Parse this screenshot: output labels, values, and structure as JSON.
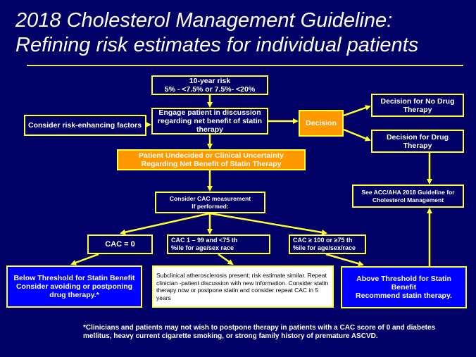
{
  "title": {
    "line1": "2018 Cholesterol Management Guideline:",
    "line2": "Refining risk estimates for individual patients"
  },
  "boxes": {
    "risk": "10-year risk\n5% - <7.5% or 7.5%- <20%",
    "engage": "Engage patient in discussion regarding net benefit of statin therapy",
    "enhance": "Consider risk-enhancing factors",
    "decision": "Decision",
    "nodrug": "Decision for No Drug Therapy",
    "drug": "Decision for Drug Therapy",
    "undecided": "Patient Undecided or Clinical Uncertainty Regarding Net Benefit of Statin Therapy",
    "acc": "See ACC/AHA 2018 Guideline for Cholesterol Management",
    "cacmeasure": "Consider CAC measurement\nIf performed:",
    "caczero": "CAC = 0",
    "cac1": "CAC 1 – 99 and <75 th\n%ile for age/sex race",
    "cac100": "CAC ≥ 100 or ≥75 th\n%ile for age/sex/race",
    "below": "Below Threshold for Statin Benefit\nConsider avoiding or postponing drug therapy.*",
    "sub": "Subclinical atherosclerosis present; risk estimate similar. Repeat clinician -patient discussion with new information. Consider statin therapy now or postpone statin and consider repeat CAC in 5 years",
    "above": "Above Threshold for Statin Benefit\nRecommend statin therapy."
  },
  "footnote": "*Clinicians and patients may not wish to postpone therapy in patients with a CAC score of 0 and diabetes mellitus, heavy current cigarette smoking, or strong family history of premature ASCVD.",
  "colors": {
    "background": "#000066",
    "arrow": "#ffff33",
    "orange": "#ff9900",
    "blue": "#0000ff"
  }
}
